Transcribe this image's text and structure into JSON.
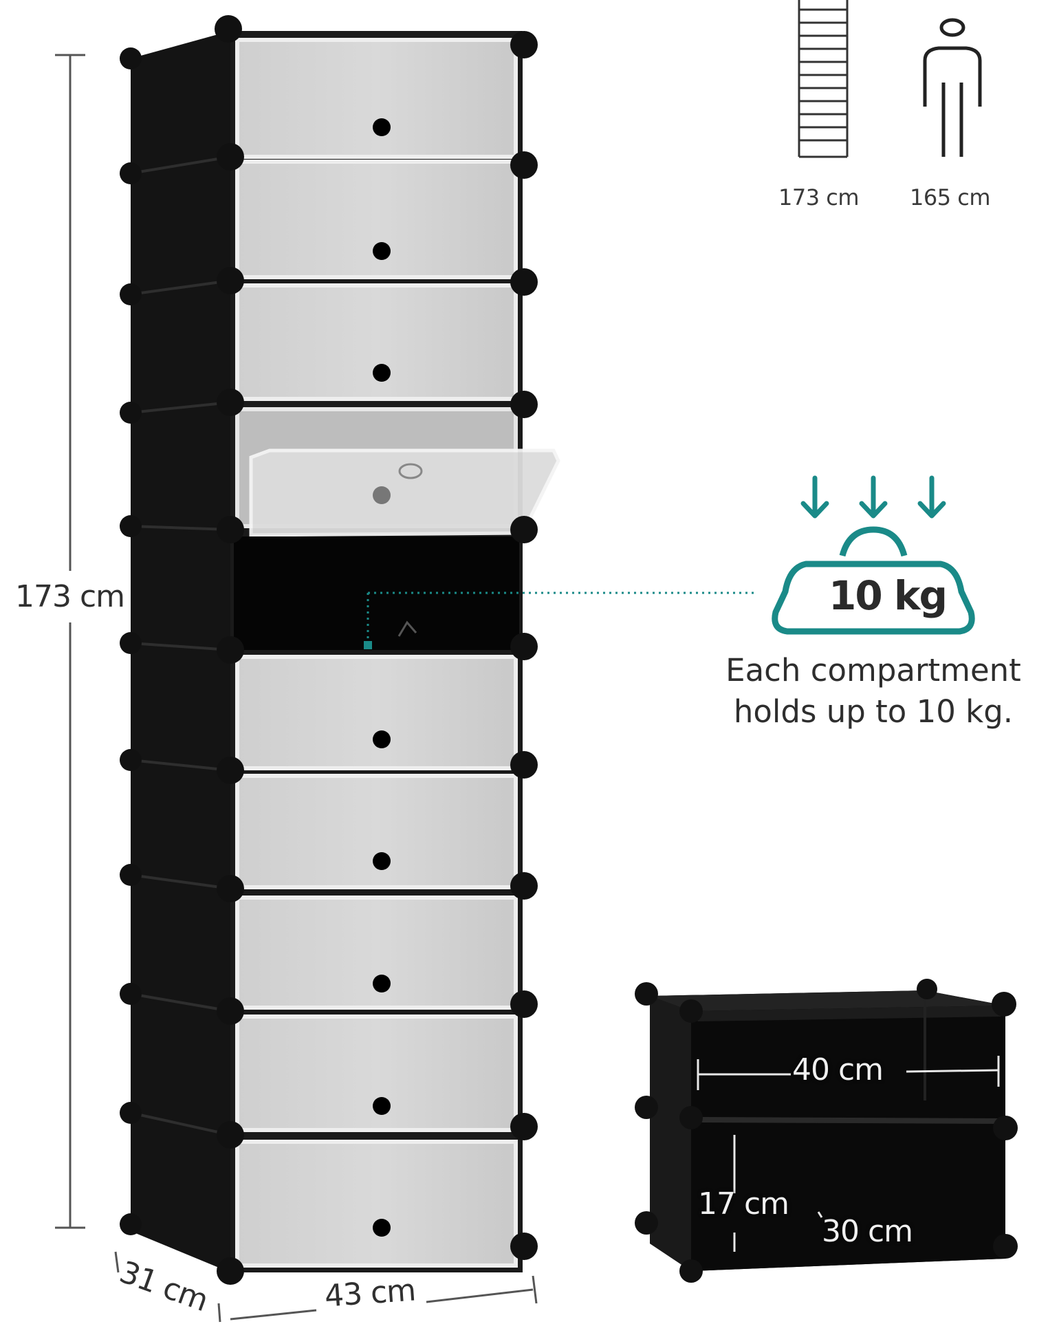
{
  "dimensions": {
    "height": "173 cm",
    "width": "43 cm",
    "depth": "31 cm"
  },
  "comparison": {
    "shelf_height": "173 cm",
    "person_height": "165 cm",
    "icons": [
      "ladder-icon",
      "person-icon"
    ]
  },
  "load": {
    "weight": "10 kg",
    "caption_line1": "Each compartment",
    "caption_line2": "holds up to 10 kg.",
    "accent_color": "#1a8a88"
  },
  "compartment": {
    "width": "40 cm",
    "height": "17 cm",
    "depth": "30 cm"
  }
}
